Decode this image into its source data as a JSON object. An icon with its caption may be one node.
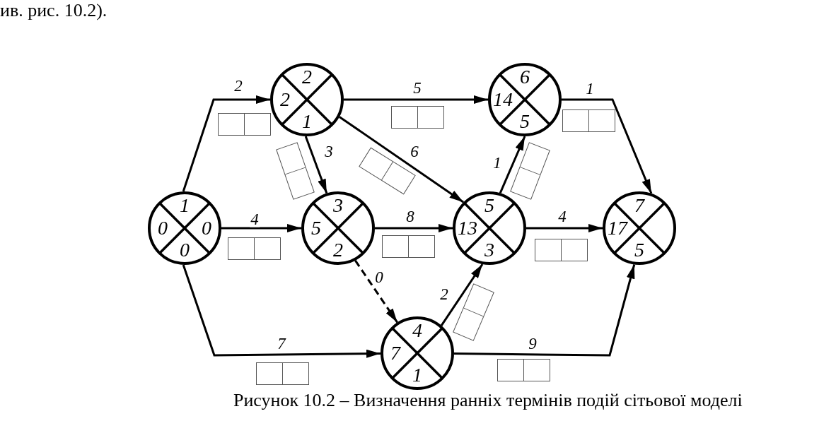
{
  "diagram": {
    "caption": "Рисунок 10.2 – Визначення ранніх термінів подій сітьової моделі",
    "nodes": [
      {
        "text": [
          "1",
          "0",
          "0",
          "0"
        ]
      },
      {
        "text": [
          "2",
          "2",
          "1"
        ]
      },
      {
        "text": [
          "3",
          "5",
          "2"
        ]
      },
      {
        "text": [
          "4",
          "7",
          "1"
        ]
      },
      {
        "text": [
          "5",
          "13",
          "3"
        ]
      },
      {
        "text": [
          "6",
          "14",
          "5"
        ]
      },
      {
        "text": [
          "7",
          "17",
          "5"
        ]
      }
    ],
    "edges": [
      {
        "from": 0,
        "to": 1,
        "arrow": "to",
        "label": "2"
      },
      {
        "from": 0,
        "to": 2,
        "arrow": "to",
        "label": "4"
      },
      {
        "from": 0,
        "to": 3,
        "arrow": "to",
        "label": "7"
      },
      {
        "from": 1,
        "to": 5,
        "arrow": "to",
        "label": "5"
      },
      {
        "from": 1,
        "to": 2,
        "arrow": "to",
        "label": "3"
      },
      {
        "from": 1,
        "to": 4,
        "arrow": "to",
        "label": "6"
      },
      {
        "from": 2,
        "to": 4,
        "arrow": "to",
        "label": "8"
      },
      {
        "from": 2,
        "to": 3,
        "arrow": "to",
        "label": "0",
        "style": "dashed"
      },
      {
        "from": 3,
        "to": 4,
        "arrow": "to",
        "label": "2"
      },
      {
        "from": 3,
        "to": 6,
        "arrow": "to",
        "label": "9"
      },
      {
        "from": 4,
        "to": 5,
        "arrow": "to",
        "label": "1"
      },
      {
        "from": 4,
        "to": 6,
        "arrow": "to",
        "label": "4"
      },
      {
        "from": 5,
        "to": 6,
        "arrow": "to",
        "label": "1"
      }
    ],
    "labels": [
      "ив. рис. 10.2)."
    ]
  }
}
